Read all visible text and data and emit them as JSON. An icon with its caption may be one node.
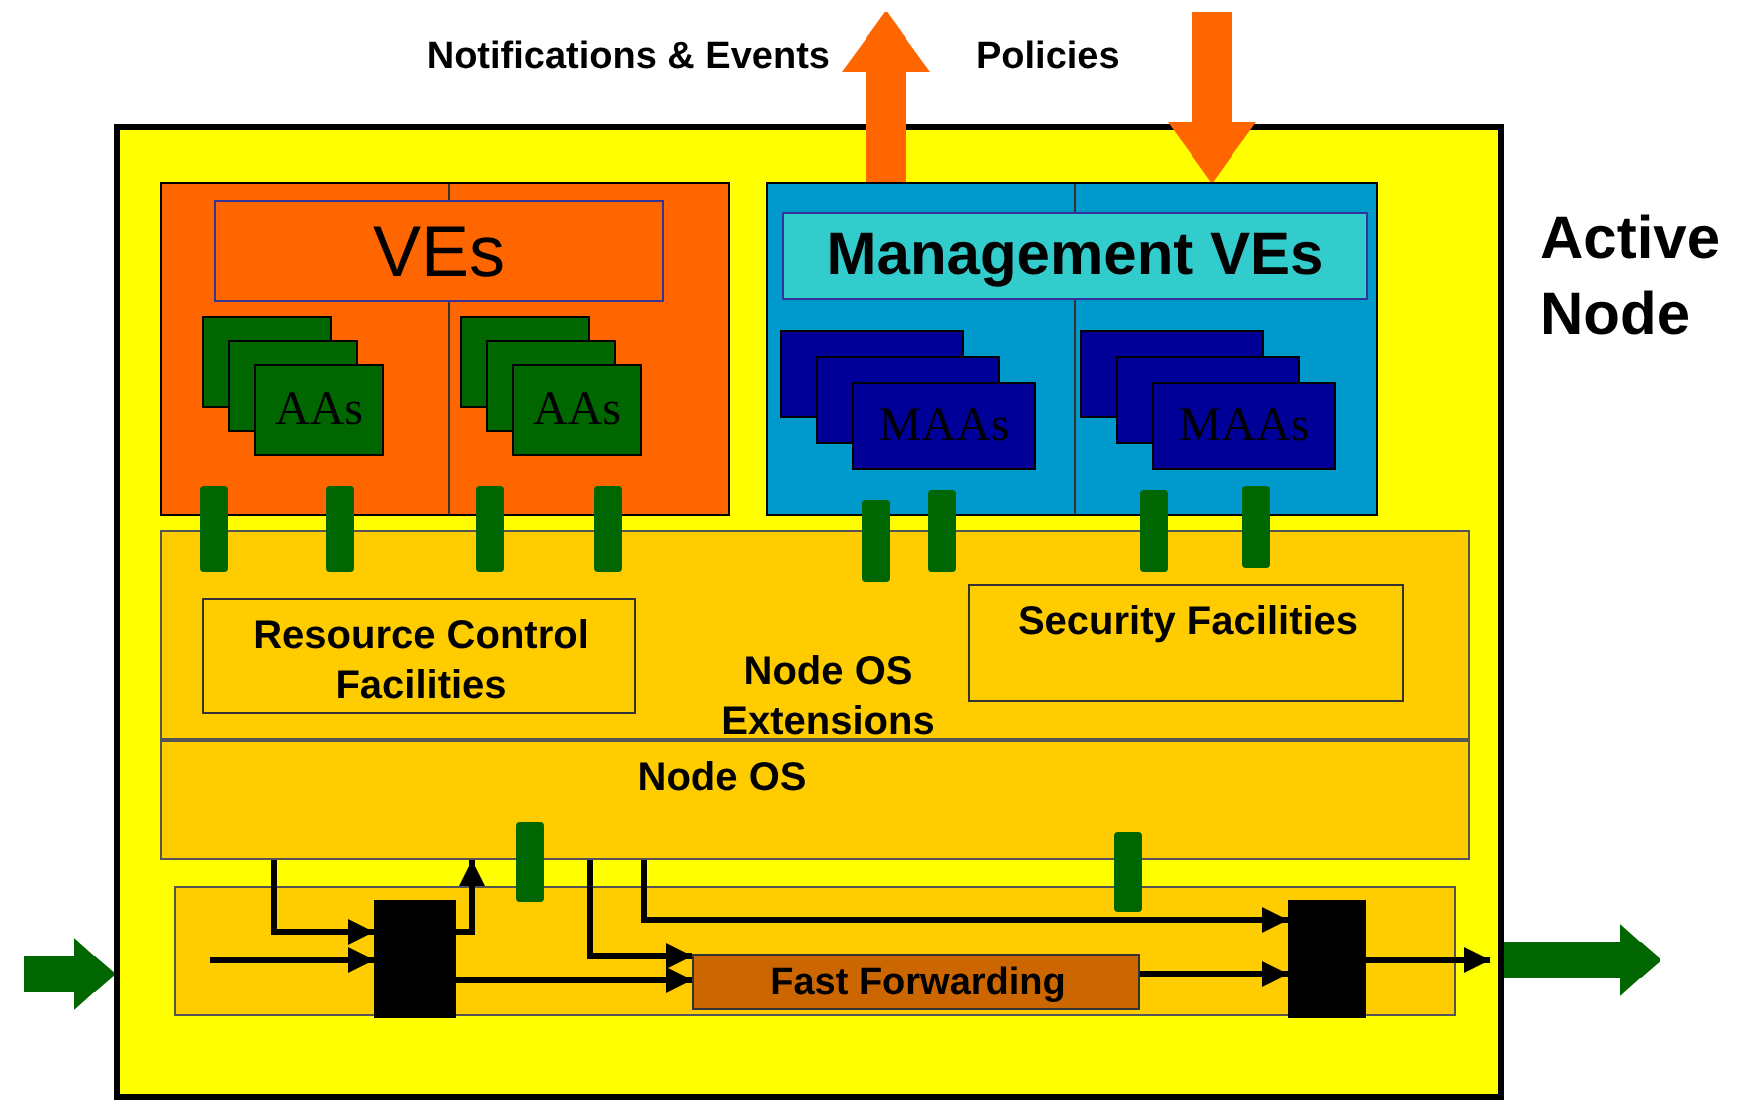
{
  "diagram": {
    "nodes": [
      {
        "text": [
          "Active Node"
        ]
      },
      {
        "text": [
          "VEs"
        ],
        "in": 0
      },
      {
        "text": [
          "AAs"
        ],
        "in": 1
      },
      {
        "text": [
          "AAs"
        ],
        "in": 1
      },
      {
        "text": [
          "Management VEs"
        ],
        "in": 0
      },
      {
        "text": [
          "MAAs"
        ],
        "in": 4
      },
      {
        "text": [
          "MAAs"
        ],
        "in": 4
      },
      {
        "text": [],
        "shape": "bar",
        "in": 0
      },
      {
        "text": [],
        "shape": "bar",
        "in": 0
      },
      {
        "text": [],
        "shape": "bar",
        "in": 0
      },
      {
        "text": [],
        "shape": "bar",
        "in": 0
      },
      {
        "text": [],
        "shape": "bar",
        "in": 0
      },
      {
        "text": [],
        "shape": "bar",
        "in": 0
      },
      {
        "text": [],
        "shape": "bar",
        "in": 0
      },
      {
        "text": [],
        "shape": "bar",
        "in": 0
      },
      {
        "text": [
          "Node OS Extensions"
        ],
        "in": 0
      },
      {
        "text": [
          "Resource Control Facilities"
        ],
        "in": 15
      },
      {
        "text": [
          "Security Facilities"
        ],
        "in": 15
      },
      {
        "text": [
          "Node OS"
        ],
        "in": 0
      },
      {
        "text": [],
        "shape": "bar",
        "in": 0
      },
      {
        "text": [],
        "shape": "bar",
        "in": 0
      },
      {
        "text": [],
        "shape": "box",
        "in": 0
      },
      {
        "text": [],
        "shape": "box",
        "in": 21
      },
      {
        "text": [
          "Fast Forwarding"
        ],
        "in": 21
      },
      {
        "text": [],
        "shape": "box",
        "in": 21
      }
    ],
    "edges": [
      {
        "from": 4,
        "to": null,
        "arrow": "to",
        "label": "Notifications & Events",
        "style": "thick",
        "color": "#ff6600"
      },
      {
        "from": null,
        "to": 4,
        "arrow": "to",
        "label": "Policies",
        "style": "thick",
        "color": "#ff6600"
      },
      {
        "from": null,
        "to": 0,
        "arrow": "to",
        "style": "thick",
        "color": "#006600"
      },
      {
        "from": null,
        "to": 22,
        "arrow": "to"
      },
      {
        "from": 18,
        "to": 22,
        "arrow": "to"
      },
      {
        "from": 22,
        "to": 18,
        "arrow": "to"
      },
      {
        "from": 22,
        "to": 23,
        "arrow": "to"
      },
      {
        "from": 18,
        "to": 23,
        "arrow": "to"
      },
      {
        "from": 18,
        "to": 24,
        "arrow": "to"
      },
      {
        "from": 23,
        "to": 24,
        "arrow": "to"
      },
      {
        "from": 24,
        "to": null,
        "arrow": "to"
      },
      {
        "from": 0,
        "to": null,
        "arrow": "to",
        "style": "thick",
        "color": "#006600"
      }
    ]
  }
}
